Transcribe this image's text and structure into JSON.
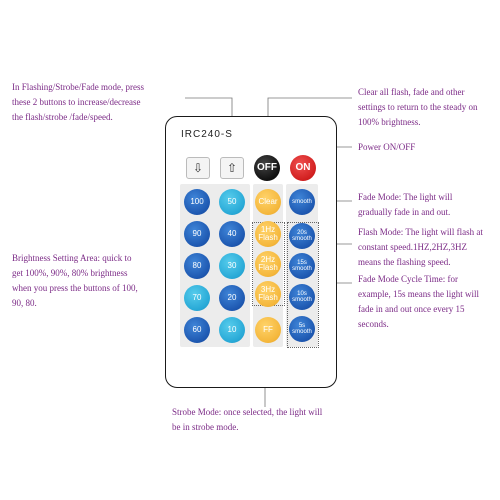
{
  "notes": {
    "flash_speed": "In Flashing/Strobe/Fade mode, press\nthese 2 buttons to increase/decrease\nthe flash/strobe /fade/speed.",
    "clear": "Clear all flash, fade and other\nsettings to return to the steady on\n100% brightness.",
    "power": "Power ON/OFF",
    "fade_mode": "Fade Mode: The light will\ngradually fade in and out.",
    "flash_mode": "Flash Mode: The light will flash at\nconstant speed.1HZ,2HZ,3HZ\nmeans the flashing speed.",
    "brightness": "Brightness Setting Area:  quick to\nget 100%, 90%, 80% brightness\nwhen you press the buttons of 100,\n90, 80.",
    "fade_cycle": "Fade Mode Cycle Time: for\nexample, 15s means the light will\nfade in and out once every 15\nseconds.",
    "strobe": "Strobe Mode: once selected, the light will\nbe in strobe mode."
  },
  "remote": {
    "model": "IRC240-S",
    "top_row": {
      "down": "⇩",
      "up": "⇧",
      "off": "OFF",
      "on": "ON"
    },
    "brightness_left": [
      "100",
      "90",
      "80",
      "70",
      "60"
    ],
    "brightness_right": [
      "50",
      "40",
      "30",
      "20",
      "10"
    ],
    "mode_column": [
      "Clear",
      "1Hz\nFlash",
      "2Hz\nFlash",
      "3Hz\nFlash",
      "FF"
    ],
    "smooth_column": [
      "smooth",
      "20s\nsmooth",
      "15s\nsmooth",
      "10s\nsmooth",
      "5s\nsmooth"
    ]
  },
  "colors": {
    "annotation_text": "#7b2a86",
    "blue_button": "#1d57b0",
    "cyan_button": "#27a8d6",
    "orange_button": "#f4b63a",
    "on_button": "#d11f1f",
    "off_button": "#111111"
  }
}
